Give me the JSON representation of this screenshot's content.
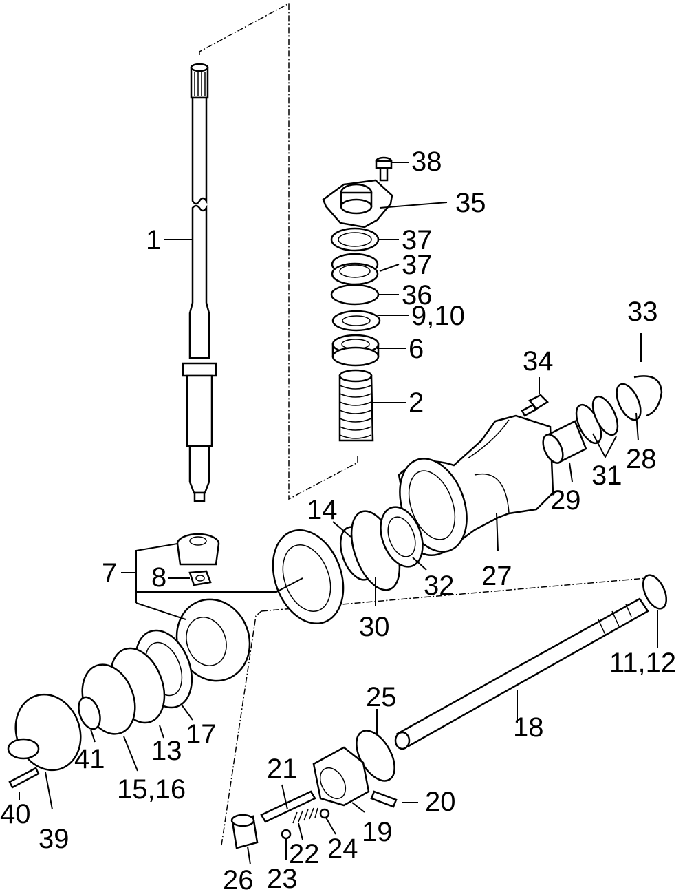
{
  "diagram": {
    "type": "exploded-parts-view",
    "labels": {
      "p1": "1",
      "p2": "2",
      "p6": "6",
      "p7": "7",
      "p8": "8",
      "p9_10": "9,10",
      "p11_12": "11,12",
      "p13": "13",
      "p14": "14",
      "p15_16": "15,16",
      "p17": "17",
      "p18": "18",
      "p19": "19",
      "p20": "20",
      "p21": "21",
      "p22": "22",
      "p23": "23",
      "p24": "24",
      "p25": "25",
      "p26": "26",
      "p27": "27",
      "p28": "28",
      "p29": "29",
      "p30": "30",
      "p31": "31",
      "p32": "32",
      "p33": "33",
      "p34": "34",
      "p35": "35",
      "p36": "36",
      "p37a": "37",
      "p37b": "37",
      "p38": "38",
      "p39": "39",
      "p40": "40",
      "p41": "41"
    },
    "colors": {
      "ink": "#000000",
      "paper": "#ffffff"
    }
  }
}
